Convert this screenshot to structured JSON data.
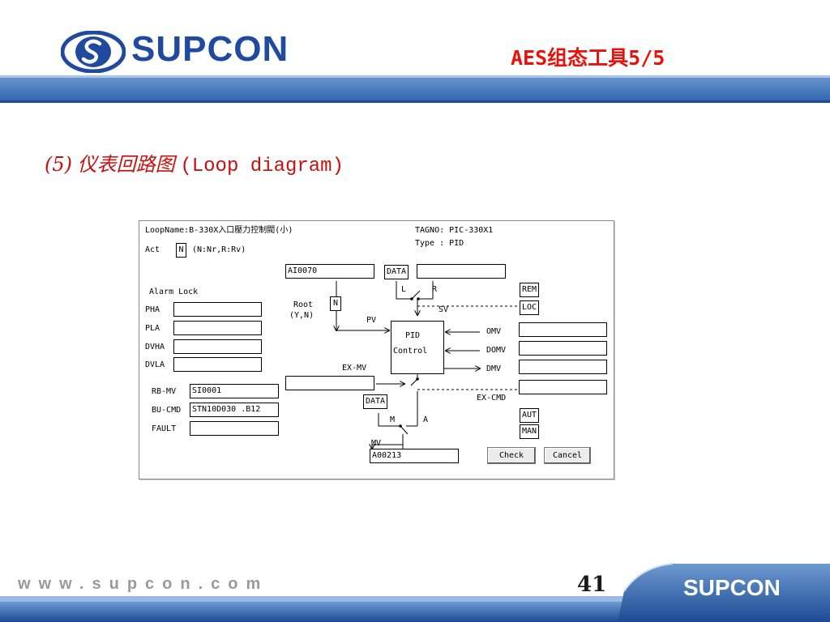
{
  "header": {
    "brand": "SUPCON",
    "title": "AES组态工具5/5"
  },
  "subtitle": {
    "number": "(5)",
    "cn": "仪表回路图",
    "en": "(Loop diagram)"
  },
  "panel": {
    "loop_name": "LoopName:B-330X入口壓力控制閥(小)",
    "tagno": "TAGNO: PIC-330X1",
    "type": "Type : PID",
    "act_label": "Act",
    "act_value": "N",
    "act_hint": "(N:Nr,R:Rv)",
    "alarm_lock": "Alarm Lock",
    "alarms": [
      {
        "label": "PHA",
        "value": ""
      },
      {
        "label": "PLA",
        "value": ""
      },
      {
        "label": "DVHA",
        "value": ""
      },
      {
        "label": "DVLA",
        "value": ""
      }
    ],
    "ai_field": "AI0070",
    "data_label": "DATA",
    "data_field": "",
    "l_label": "L",
    "r_label": "R",
    "rem": "REM",
    "loc": "LOC",
    "root_label": "Root",
    "root_hint": "(Y,N)",
    "root_value": "N",
    "pv": "PV",
    "sv": "SV",
    "pid_line1": "PID",
    "pid_line2": "Control",
    "omv": "OMV",
    "domv": "DOMV",
    "dmv": "DMV",
    "ex_mv": "EX-MV",
    "ex_cmd": "EX-CMD",
    "rb_mv_label": "RB-MV",
    "rb_mv_value": "SI0001",
    "bu_cmd_label": "BU-CMD",
    "bu_cmd_value": "STN10D030 .B12",
    "fault_label": "FAULT",
    "fault_value": "",
    "data2_label": "DATA",
    "m_label": "M",
    "a_label": "A",
    "aut": "AUT",
    "man": "MAN",
    "mv_label": "MV",
    "mv_value": "A00213",
    "check": "Check",
    "cancel": "Cancel"
  },
  "footer": {
    "url": "www.supcon.com",
    "page": "41",
    "brand": "SUPCON"
  },
  "colors": {
    "brand_blue": "#1f4aa0",
    "title_red": "#e8120c",
    "band_blue": "#2d61ad"
  }
}
